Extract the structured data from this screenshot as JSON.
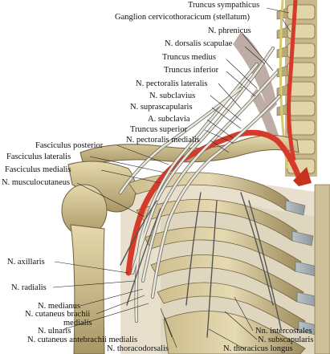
{
  "labels": {
    "truncus_sympathicus": "Truncus sympathicus",
    "ganglion": "Ganglion cervicothoracicum (stellatum)",
    "n_phrenicus": "N. phrenicus",
    "n_dorsalis_scapulae": "N. dorsalis scapulae",
    "truncus_medius": "Truncus medius",
    "truncus_inferior": "Truncus inferior",
    "n_pectoralis_lateralis": "N. pectoralis lateralis",
    "n_subclavius": "N. subclavius",
    "n_suprascapularis": "N. suprascapularis",
    "a_subclavia": "A. subclavia",
    "truncus_superior": "Truncus superior",
    "n_pectoralis_medialis": "N. pectoralis medialis",
    "fasciculus_posterior": "Fasciculus posterior",
    "fasciculus_lateralis": "Fasciculus lateralis",
    "fasciculus_medialis": "Fasciculus medialis",
    "n_musculocutaneus": "N. musculocutaneus",
    "n_axillaris": "N. axillaris",
    "n_radialis": "N. radialis",
    "n_medianus": "N. medianus",
    "n_cutaneus_brachii": "N. cutaneus brachii",
    "medialis": "medialis",
    "n_ulnaris": "N. ulnaris",
    "n_cutaneus_antebrachii": "N. cutaneus antebrachii medialis",
    "n_thoracodorsalis": "N. thoracodorsalis",
    "nn_intercostales": "Nn. intercostales",
    "n_subscapularis": "N. subscapularis",
    "n_thoracicus_longus": "N. thoracicus longus"
  },
  "colors": {
    "bone": "#d8c99a",
    "bone_shadow": "#8a7c55",
    "artery": "#d63a2a",
    "nerve": "#ece8d8",
    "nerve_outline": "#6b6b6b",
    "muscle": "#b8a7a0",
    "leader": "#222222"
  }
}
